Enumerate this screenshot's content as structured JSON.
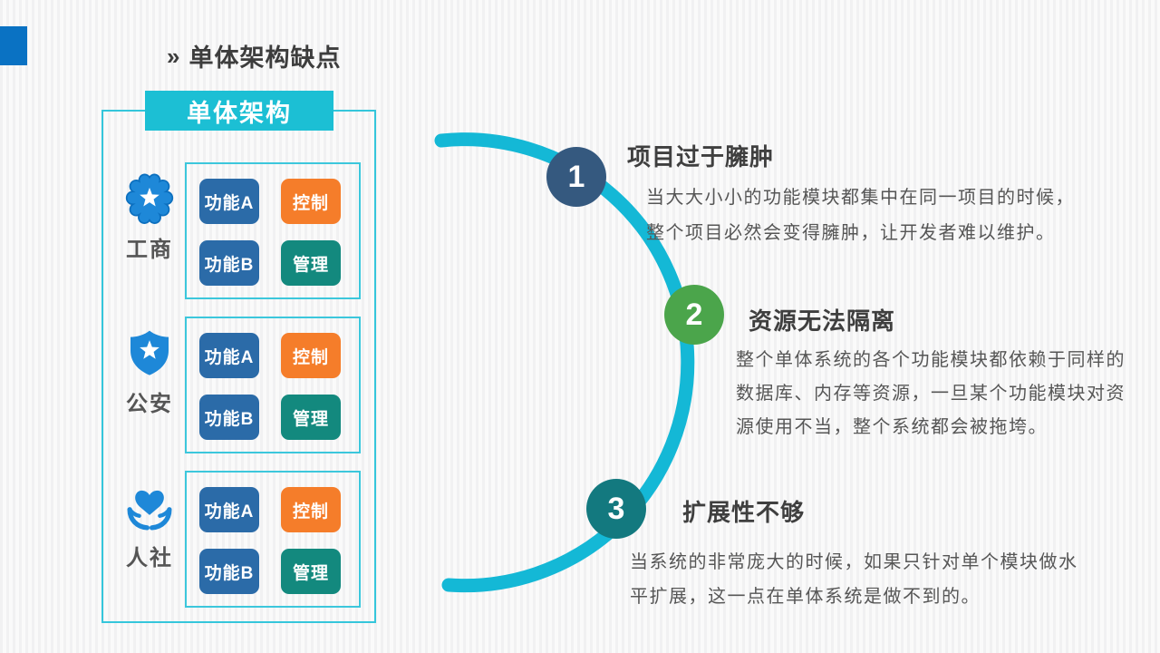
{
  "slide": {
    "title_bullet": "»",
    "title": "单体架构缺点"
  },
  "panel": {
    "header": "单体架构",
    "groups": [
      {
        "label": "工商",
        "icon": "police-badge-icon",
        "buttons": [
          "功能A",
          "控制",
          "功能B",
          "管理"
        ]
      },
      {
        "label": "公安",
        "icon": "shield-star-icon",
        "buttons": [
          "功能A",
          "控制",
          "功能B",
          "管理"
        ]
      },
      {
        "label": "人社",
        "icon": "hands-heart-icon",
        "buttons": [
          "功能A",
          "控制",
          "功能B",
          "管理"
        ]
      }
    ]
  },
  "sections": [
    {
      "number": "1",
      "title": "项目过于臃肿",
      "body": [
        "当大大小小的功能模块都集中在同一项目的时候，",
        "整个项目必然会变得臃肿，让开发者难以维护。"
      ],
      "circle_color": "#35597f"
    },
    {
      "number": "2",
      "title": "资源无法隔离",
      "body": [
        "整个单体系统的各个功能模块都依赖于同样的",
        "数据库、内存等资源，一旦某个功能模块对资",
        "源使用不当，整个系统都会被拖垮。"
      ],
      "circle_color": "#4ba54b"
    },
    {
      "number": "3",
      "title": "扩展性不够",
      "body": [
        "当系统的非常庞大的时候，如果只针对单个模块做水",
        "平扩展，这一点在单体系统是做不到的。"
      ],
      "circle_color": "#13797f"
    }
  ],
  "colors": {
    "accent_square": "#0a72c3",
    "panel_border": "#35c6db",
    "panel_header_bg": "#1cbfd4",
    "arc": "#14b8d6",
    "button_blue": "#2b6ba8",
    "button_orange": "#f57d2a",
    "button_teal": "#13897e",
    "icon_blue": "#1e88d8",
    "title_text": "#3d3d3d",
    "body_text": "#565656"
  }
}
